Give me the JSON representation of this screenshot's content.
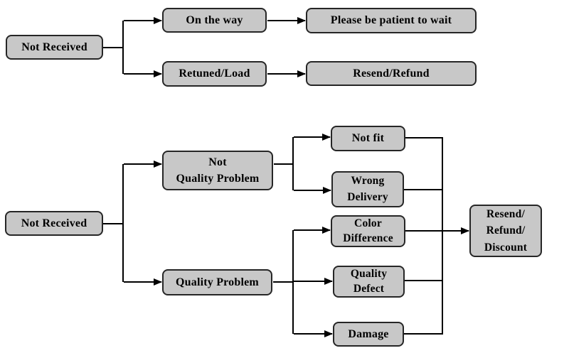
{
  "colors": {
    "background": "#ffffff",
    "box_fill": "#c8c8c8",
    "box_border": "#262626",
    "connector_line": "#000000",
    "text": "#000000"
  },
  "flow_top": {
    "not_received": "Not Received",
    "on_the_way": "On the way",
    "please_wait": "Please be patient to wait",
    "retuned_load": "Retuned/Load",
    "resend_refund": "Resend/Refund"
  },
  "flow_bottom": {
    "not_received": "Not Received",
    "not_quality_problem": "Not\nQuality Problem",
    "quality_problem": "Quality Problem",
    "not_fit": "Not fit",
    "wrong_delivery": "Wrong\nDelivery",
    "color_difference": "Color\nDifference",
    "quality_defect": "Quality\nDefect",
    "damage": "Damage",
    "resend_refund_discount": "Resend/\nRefund/\nDiscount"
  }
}
